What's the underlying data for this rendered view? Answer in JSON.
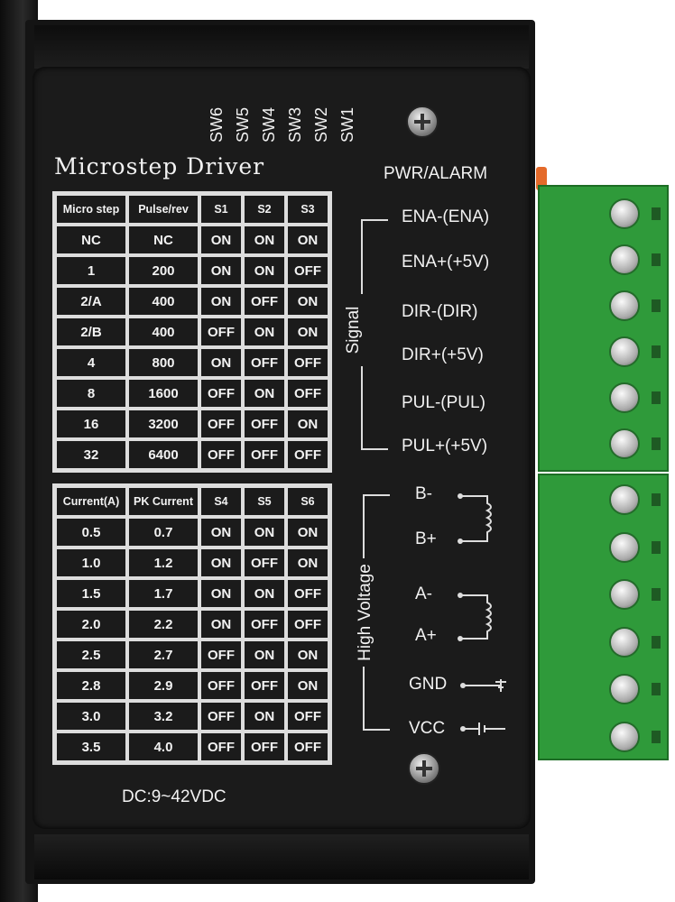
{
  "device": {
    "title": "Microstep Driver",
    "power_label": "PWR/ALARM",
    "supply": "DC:9~42VDC",
    "dip_switches": [
      "SW6",
      "SW5",
      "SW4",
      "SW3",
      "SW2",
      "SW1"
    ]
  },
  "microstep_table": {
    "headers": [
      "Micro step",
      "Pulse/rev",
      "S1",
      "S2",
      "S3"
    ],
    "rows": [
      [
        "NC",
        "NC",
        "ON",
        "ON",
        "ON"
      ],
      [
        "1",
        "200",
        "ON",
        "ON",
        "OFF"
      ],
      [
        "2/A",
        "400",
        "ON",
        "OFF",
        "ON"
      ],
      [
        "2/B",
        "400",
        "OFF",
        "ON",
        "ON"
      ],
      [
        "4",
        "800",
        "ON",
        "OFF",
        "OFF"
      ],
      [
        "8",
        "1600",
        "OFF",
        "ON",
        "OFF"
      ],
      [
        "16",
        "3200",
        "OFF",
        "OFF",
        "ON"
      ],
      [
        "32",
        "6400",
        "OFF",
        "OFF",
        "OFF"
      ]
    ]
  },
  "current_table": {
    "headers": [
      "Current(A)",
      "PK Current",
      "S4",
      "S5",
      "S6"
    ],
    "rows": [
      [
        "0.5",
        "0.7",
        "ON",
        "ON",
        "ON"
      ],
      [
        "1.0",
        "1.2",
        "ON",
        "OFF",
        "ON"
      ],
      [
        "1.5",
        "1.7",
        "ON",
        "ON",
        "OFF"
      ],
      [
        "2.0",
        "2.2",
        "ON",
        "OFF",
        "OFF"
      ],
      [
        "2.5",
        "2.7",
        "OFF",
        "ON",
        "ON"
      ],
      [
        "2.8",
        "2.9",
        "OFF",
        "OFF",
        "ON"
      ],
      [
        "3.0",
        "3.2",
        "OFF",
        "ON",
        "OFF"
      ],
      [
        "3.5",
        "4.0",
        "OFF",
        "OFF",
        "OFF"
      ]
    ]
  },
  "signal": {
    "group": "Signal",
    "pins": [
      "ENA-(ENA)",
      "ENA+(+5V)",
      "DIR-(DIR)",
      "DIR+(+5V)",
      "PUL-(PUL)",
      "PUL+(+5V)"
    ]
  },
  "power": {
    "group": "High Voltage",
    "pins": [
      "B-",
      "B+",
      "A-",
      "A+",
      "GND",
      "VCC"
    ]
  }
}
